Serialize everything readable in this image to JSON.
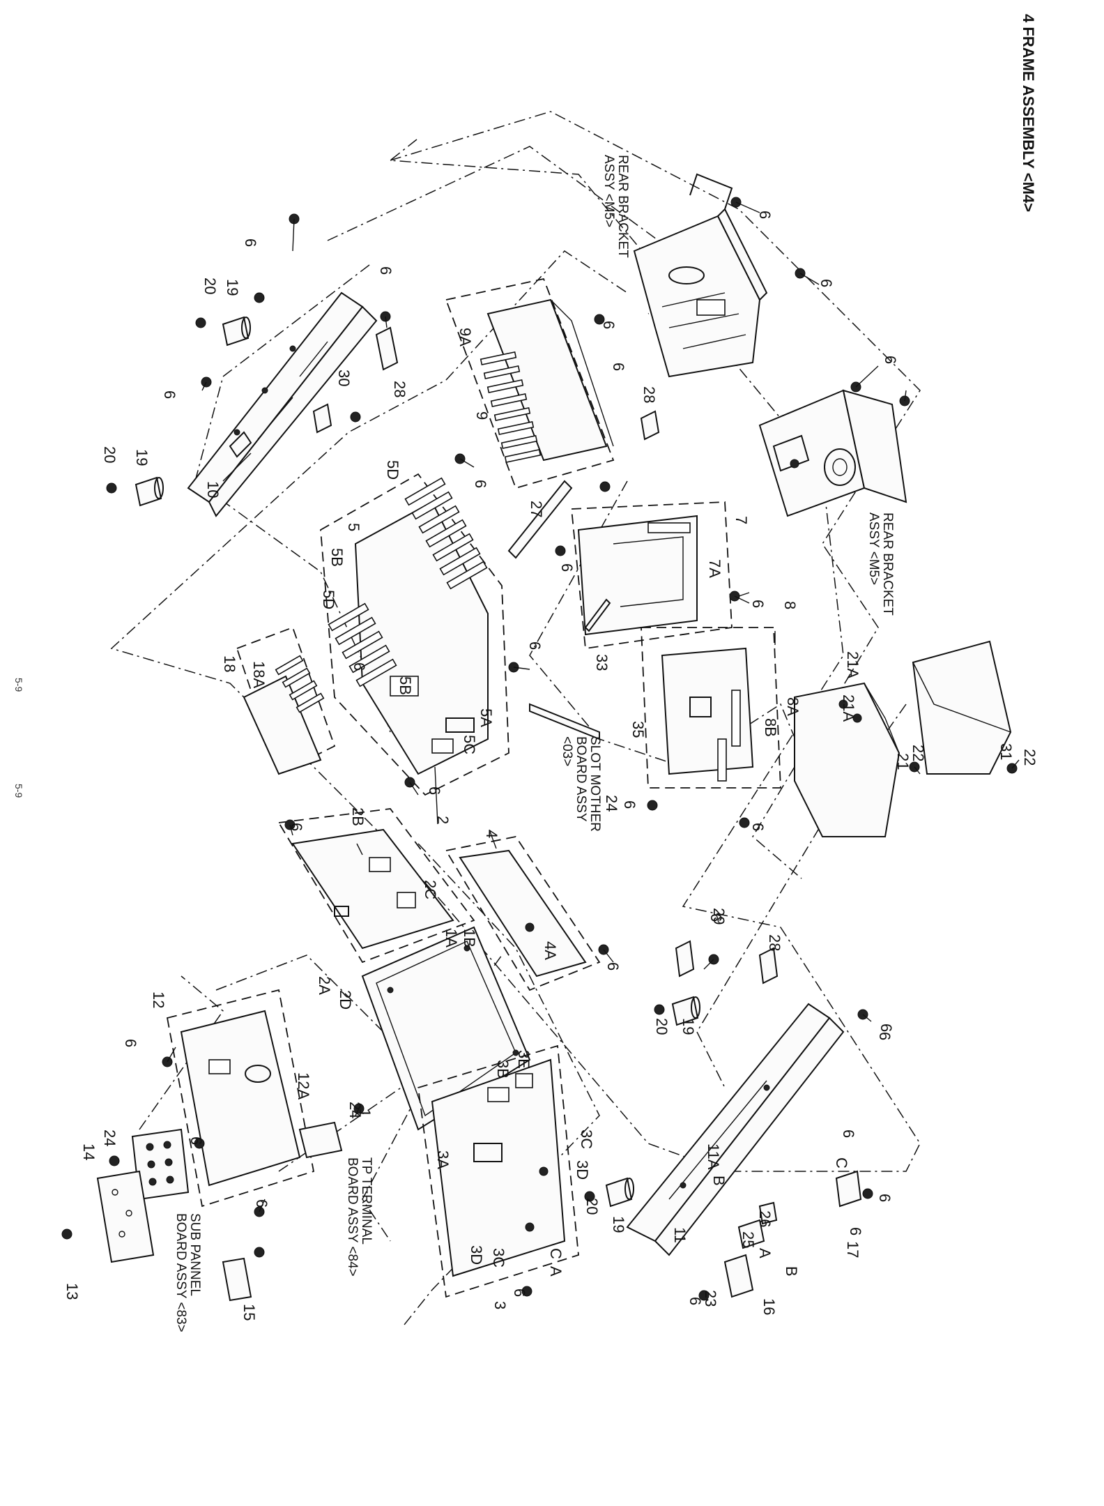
{
  "title": "4   FRAME ASSEMBLY <M4>",
  "page_numbers": [
    "5-9",
    "5-9"
  ],
  "assemblies": {
    "rear_bracket_upper": [
      "REAR BRACKET",
      "ASSY <M5>"
    ],
    "rear_bracket_lower": [
      "REAR BRACKET",
      "ASSY <M5>"
    ],
    "slot_mother": [
      "SLOT MOTHER",
      "BOARD ASSY",
      "<03>"
    ],
    "tp_terminal": [
      "TP TERMINAL",
      "BOARD ASSY <84>"
    ],
    "sub_panel": [
      "SUB PANNEL",
      "BOARD ASSY <83>"
    ]
  },
  "callouts": {
    "c1": "1",
    "c1a": "1A",
    "c1b": "1B",
    "c2": "2",
    "c2a": "2A",
    "c2b": "2B",
    "c2c": "2C",
    "c2d": "2D",
    "c3": "3",
    "c3a": "3A",
    "c3b": "3B",
    "c3c_1": "3C",
    "c3c_2": "3C",
    "c3d_1": "3D",
    "c3d_2": "3D",
    "c3e": "3E",
    "c4": "4",
    "c4a": "4A",
    "c5": "5",
    "c5a": "5A",
    "c5b_1": "5B",
    "c5b_2": "5B",
    "c5c": "5C",
    "c5d_1": "5D",
    "c5d_2": "5D",
    "c7": "7",
    "c7a": "7A",
    "c8": "8",
    "c8a": "8A",
    "c8b": "8B",
    "c9": "9",
    "c9a": "9A",
    "c10": "10",
    "c11": "11",
    "c11a": "11A",
    "c12": "12",
    "c12a": "12A",
    "c13": "13",
    "c14": "14",
    "c15": "15",
    "c16": "16",
    "c17": "17",
    "c18": "18",
    "c18a": "18A",
    "c19_1": "19",
    "c19_2": "19",
    "c19_3": "19",
    "c19_4": "19",
    "c20_1": "20",
    "c20_2": "20",
    "c20_3": "20",
    "c20_4": "20",
    "c21": "21",
    "c21a_1": "21A",
    "c21a_2": "21A",
    "c22_1": "22",
    "c22_2": "22",
    "c23": "23",
    "c24_1": "24",
    "c24_2": "24",
    "c24_3": "24",
    "c25": "25",
    "c26": "26",
    "c27": "27",
    "c28_1": "28",
    "c28_2": "28",
    "c28_3": "28",
    "c29": "29",
    "c30": "30",
    "c31": "31",
    "c33": "33",
    "c35": "35",
    "six_01": "6",
    "six_02": "6",
    "six_03": "6",
    "six_04": "6",
    "six_05": "6",
    "six_06": "6",
    "six_07": "6",
    "six_08": "6",
    "six_09": "6",
    "six_10": "6",
    "six_11": "6",
    "six_12": "6",
    "six_13": "6",
    "six_14": "6",
    "six_15": "6",
    "six_16": "6",
    "six_17": "6",
    "six_18": "6",
    "six_19": "6",
    "six_20": "6",
    "six_21": "6",
    "six_22": "6",
    "six_23": "6",
    "six_24": "6",
    "six_25": "6",
    "six_26": "6",
    "six_27": "6",
    "six_28": "6",
    "six_29": "6",
    "ref_a_1": "A",
    "ref_a_2": "A",
    "ref_b_1": "B",
    "ref_b_2": "B",
    "ref_c_1": "C",
    "ref_c_2": "C"
  }
}
